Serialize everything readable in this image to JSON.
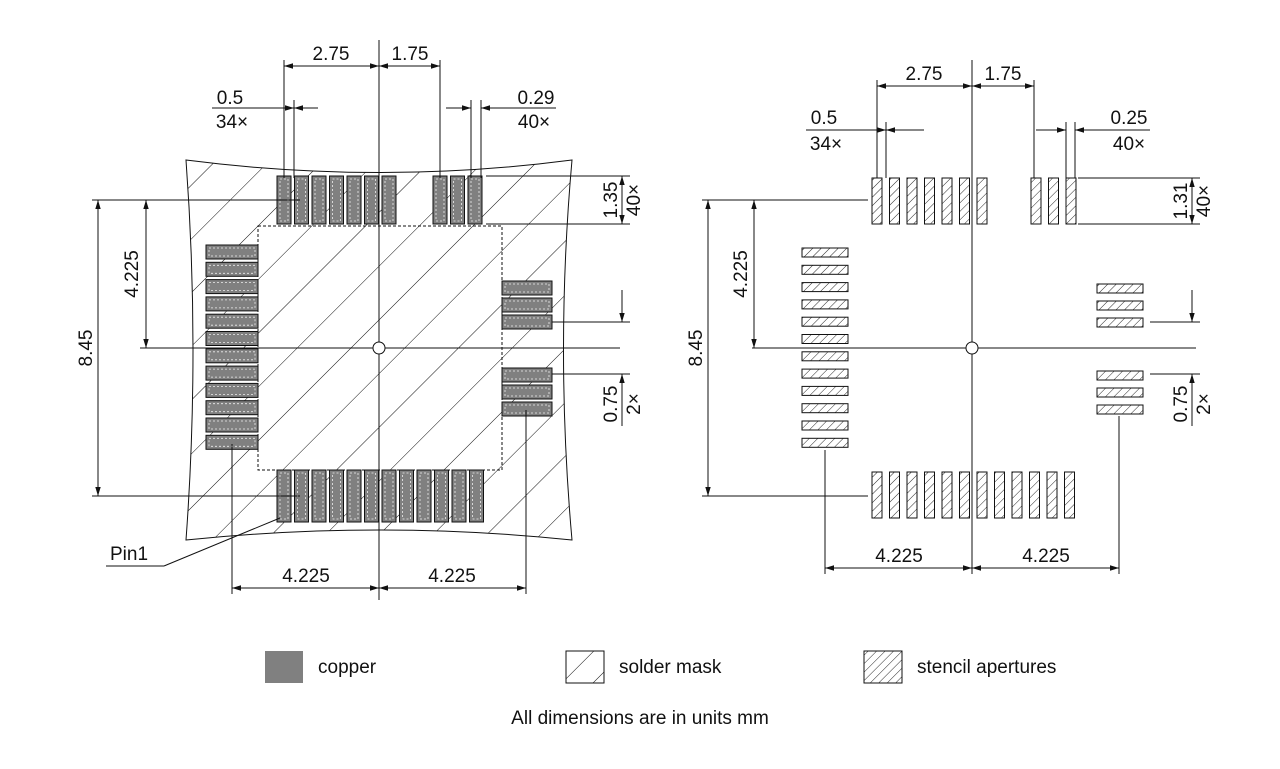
{
  "left_view": {
    "dims": {
      "top_left": "2.75",
      "top_right": "1.75",
      "pitch_left": "0.5",
      "pitch_left_count": "34×",
      "pad_width": "0.29",
      "pad_width_count": "40×",
      "pad_length": "1.35",
      "pad_length_count": "40×",
      "half_height": "4.225",
      "full_height": "8.45",
      "gap": "0.75",
      "gap_count": "2×",
      "bottom_left": "4.225",
      "bottom_right": "4.225",
      "pin1": "Pin1"
    }
  },
  "right_view": {
    "dims": {
      "top_left": "2.75",
      "top_right": "1.75",
      "pitch_left": "0.5",
      "pitch_left_count": "34×",
      "pad_width": "0.25",
      "pad_width_count": "40×",
      "pad_length": "1.31",
      "pad_length_count": "40×",
      "half_height": "4.225",
      "full_height": "8.45",
      "gap": "0.75",
      "gap_count": "2×",
      "bottom_left": "4.225",
      "bottom_right": "4.225"
    }
  },
  "legend": {
    "copper": "copper",
    "solder_mask": "solder mask",
    "stencil": "stencil apertures"
  },
  "footnote": "All dimensions are in units mm",
  "colors": {
    "copper": "#808080",
    "line": "#111111"
  }
}
